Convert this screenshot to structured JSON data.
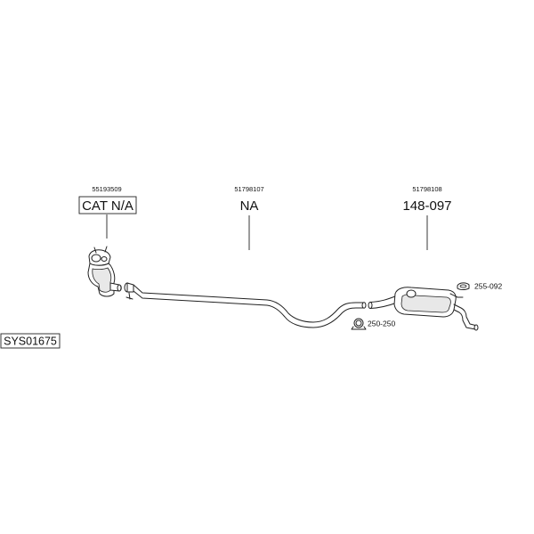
{
  "diagram": {
    "system_code": "SYS01675",
    "parts": [
      {
        "part_number": "55193509",
        "label": "CAT N/A"
      },
      {
        "part_number": "51798107",
        "label": "NA"
      },
      {
        "part_number": "51798108",
        "label": "148-097"
      }
    ],
    "accessories": [
      {
        "label": "255-092",
        "icon": "rubber-hanger-icon"
      },
      {
        "label": "250-250",
        "icon": "clamp-icon"
      }
    ]
  }
}
